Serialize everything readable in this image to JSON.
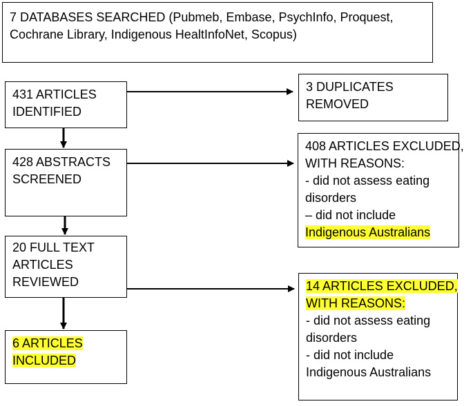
{
  "flow": {
    "databases": {
      "lines": [
        "7 DATABASES SEARCHED (Pubmeb, Embase, PsychInfo, Proquest,",
        "Cochrane Library, Indigenous HealtInfoNet, Scopus)"
      ]
    },
    "identified": {
      "lines": [
        "431 ARTICLES",
        "IDENTIFIED"
      ]
    },
    "duplicates": {
      "lines": [
        "3 DUPLICATES",
        "REMOVED"
      ]
    },
    "screened": {
      "lines": [
        "428 ABSTRACTS",
        "SCREENED"
      ]
    },
    "excluded_abstracts": {
      "lines": [
        "408 ARTICLES EXCLUDED,",
        "WITH REASONS:",
        "- did not assess eating",
        "disorders",
        "– did not include",
        "Indigenous Australians"
      ]
    },
    "fulltext": {
      "lines": [
        "20 FULL TEXT",
        "ARTICLES",
        "REVIEWED"
      ]
    },
    "excluded_fulltext": {
      "lines": [
        "14 ARTICLES EXCLUDED,",
        "WITH REASONS:",
        "- did not assess eating",
        "disorders",
        "- did not include",
        "Indigenous Australians"
      ]
    },
    "included": {
      "lines": [
        "6 ARTICLES",
        "INCLUDED"
      ]
    }
  },
  "colors": {
    "highlight": "#ffff33",
    "border": "#000000"
  }
}
